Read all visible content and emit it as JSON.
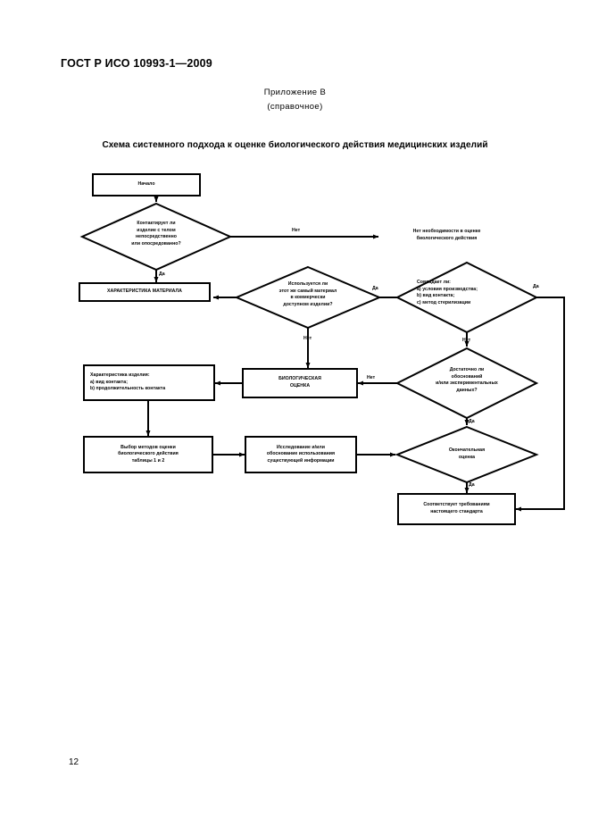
{
  "document": {
    "standard_header": "ГОСТ Р ИСО 10993-1—2009",
    "annex_title": "Приложение В",
    "annex_subtitle": "(справочное)",
    "figure_title": "Схема системного подхода к оценке биологического действия медицинских изделий",
    "page_number": "12"
  },
  "colors": {
    "ink": "#000000",
    "paper": "#ffffff"
  },
  "flowchart": {
    "nodes": {
      "start": {
        "label": "Начало",
        "shape": "box"
      },
      "contact_decision": {
        "shape": "diamond",
        "lines": [
          "Контактирует ли",
          "изделие с телом",
          "непосредственно",
          "или опосредованно?"
        ]
      },
      "material_characterization": {
        "shape": "box",
        "label": "ХАРАКТЕРИСТИКА МАТЕРИАЛА"
      },
      "same_material_decision": {
        "shape": "diamond",
        "lines": [
          "Используется ли",
          "этот же самый материал",
          "в коммерчески",
          "доступном изделии?"
        ]
      },
      "match_decision": {
        "shape": "diamond",
        "lines": [
          "Совпадает ли:",
          "a) условия производства;",
          "b) вид контакта;",
          "c) метод стерилизации"
        ]
      },
      "device_characterization": {
        "shape": "box",
        "lines": [
          "Характеристика изделия:",
          "a) вид контакта;",
          "b) продолжительность контакта"
        ]
      },
      "biological_evaluation": {
        "shape": "box",
        "lines": [
          "БИОЛОГИЧЕСКАЯ",
          "ОЦЕНКА"
        ]
      },
      "sufficient_data_decision": {
        "shape": "diamond",
        "lines": [
          "Достаточно ли",
          "обоснований",
          "и/или экспериментальных",
          "данных?"
        ]
      },
      "method_selection": {
        "shape": "box",
        "lines": [
          "Выбор методов оценки",
          "биологического действия",
          "таблицы 1 и 2"
        ]
      },
      "research_justification": {
        "shape": "box",
        "lines": [
          "Исследование и/или",
          "обоснование использования",
          "существующей информации"
        ]
      },
      "final_evaluation": {
        "shape": "diamond",
        "lines": [
          "Окончательная",
          "оценка"
        ]
      },
      "conforms": {
        "shape": "box",
        "lines": [
          "Соответствует требованиям",
          "настоящего стандарта"
        ]
      },
      "no_evaluation_needed": {
        "shape": "text",
        "lines": [
          "Нет необходимости в оценке",
          "биологического действия"
        ]
      }
    },
    "edge_labels": {
      "contact_no": "Нет",
      "contact_yes": "Да",
      "same_material_yes": "Да",
      "same_material_no": "Нет",
      "match_yes": "Да",
      "match_no": "Нет",
      "sufficient_no": "Нет",
      "sufficient_yes": "Да",
      "final_yes": "Да"
    }
  }
}
